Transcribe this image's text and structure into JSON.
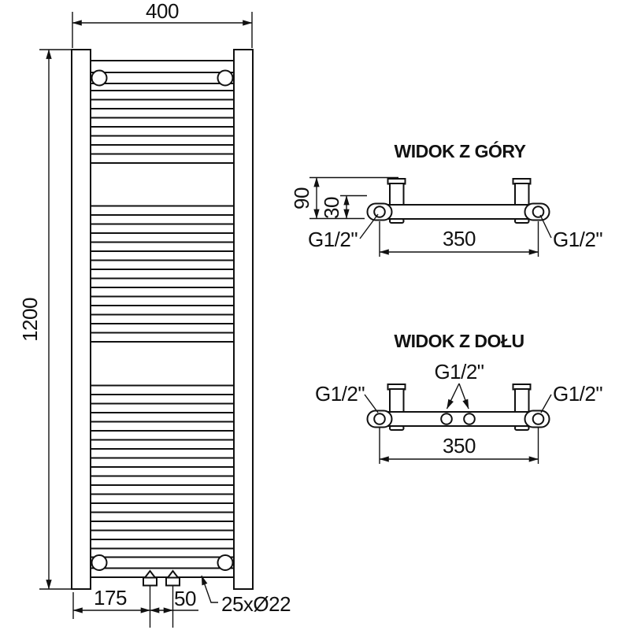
{
  "meta": {
    "background_color": "#ffffff",
    "line_color": "#111111",
    "drawing_type": "towel radiator technical drawing"
  },
  "front_view": {
    "dims": {
      "width": "400",
      "height": "1200",
      "valve_offset": "175",
      "valve_spacing": "50"
    },
    "rungs_label": "25xØ22"
  },
  "top_view": {
    "title": "WIDOK Z GÓRY",
    "dims": {
      "depth": "90",
      "pipe_offset": "30",
      "connections": "350"
    },
    "threads": {
      "left": "G1/2\"",
      "right": "G1/2\""
    }
  },
  "bottom_view": {
    "title": "WIDOK Z DOŁU",
    "dims": {
      "connections": "350"
    },
    "threads": {
      "left": "G1/2\"",
      "center": "G1/2\"",
      "right": "G1/2\""
    }
  }
}
